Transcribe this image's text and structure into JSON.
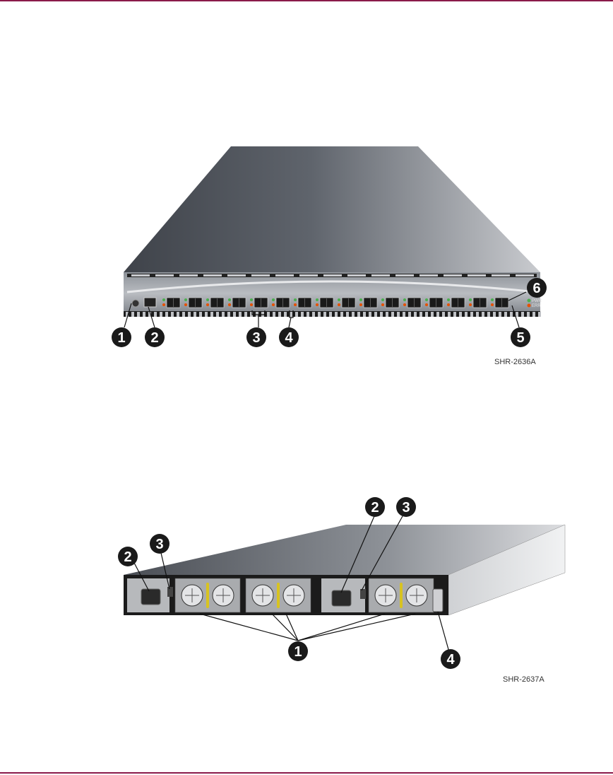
{
  "colors": {
    "rule": "#8a1a4a",
    "callout_bg": "#1a1a1a",
    "callout_fg": "#ffffff"
  },
  "front_view": {
    "callouts": [
      "1",
      "2",
      "3",
      "4",
      "5",
      "6"
    ],
    "led_labels": {
      "power": "PWR",
      "error": "ERR"
    },
    "figure_code": "SHR-2636A"
  },
  "rear_view": {
    "callouts_left": [
      "2",
      "3"
    ],
    "callouts_right": [
      "2",
      "3"
    ],
    "callout_bottom": "1",
    "callout_right": "4",
    "figure_code": "SHR-2637A"
  }
}
